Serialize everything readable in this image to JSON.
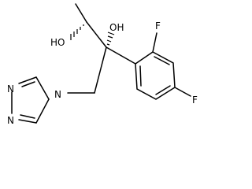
{
  "molecule": {
    "atoms": {
      "oh_left": "HO",
      "oh_center": "OH",
      "fluoro_top": "F",
      "fluoro_bottom": "F",
      "triazole_n1": "N",
      "triazole_n2": "N",
      "triazole_n4": "N"
    }
  }
}
